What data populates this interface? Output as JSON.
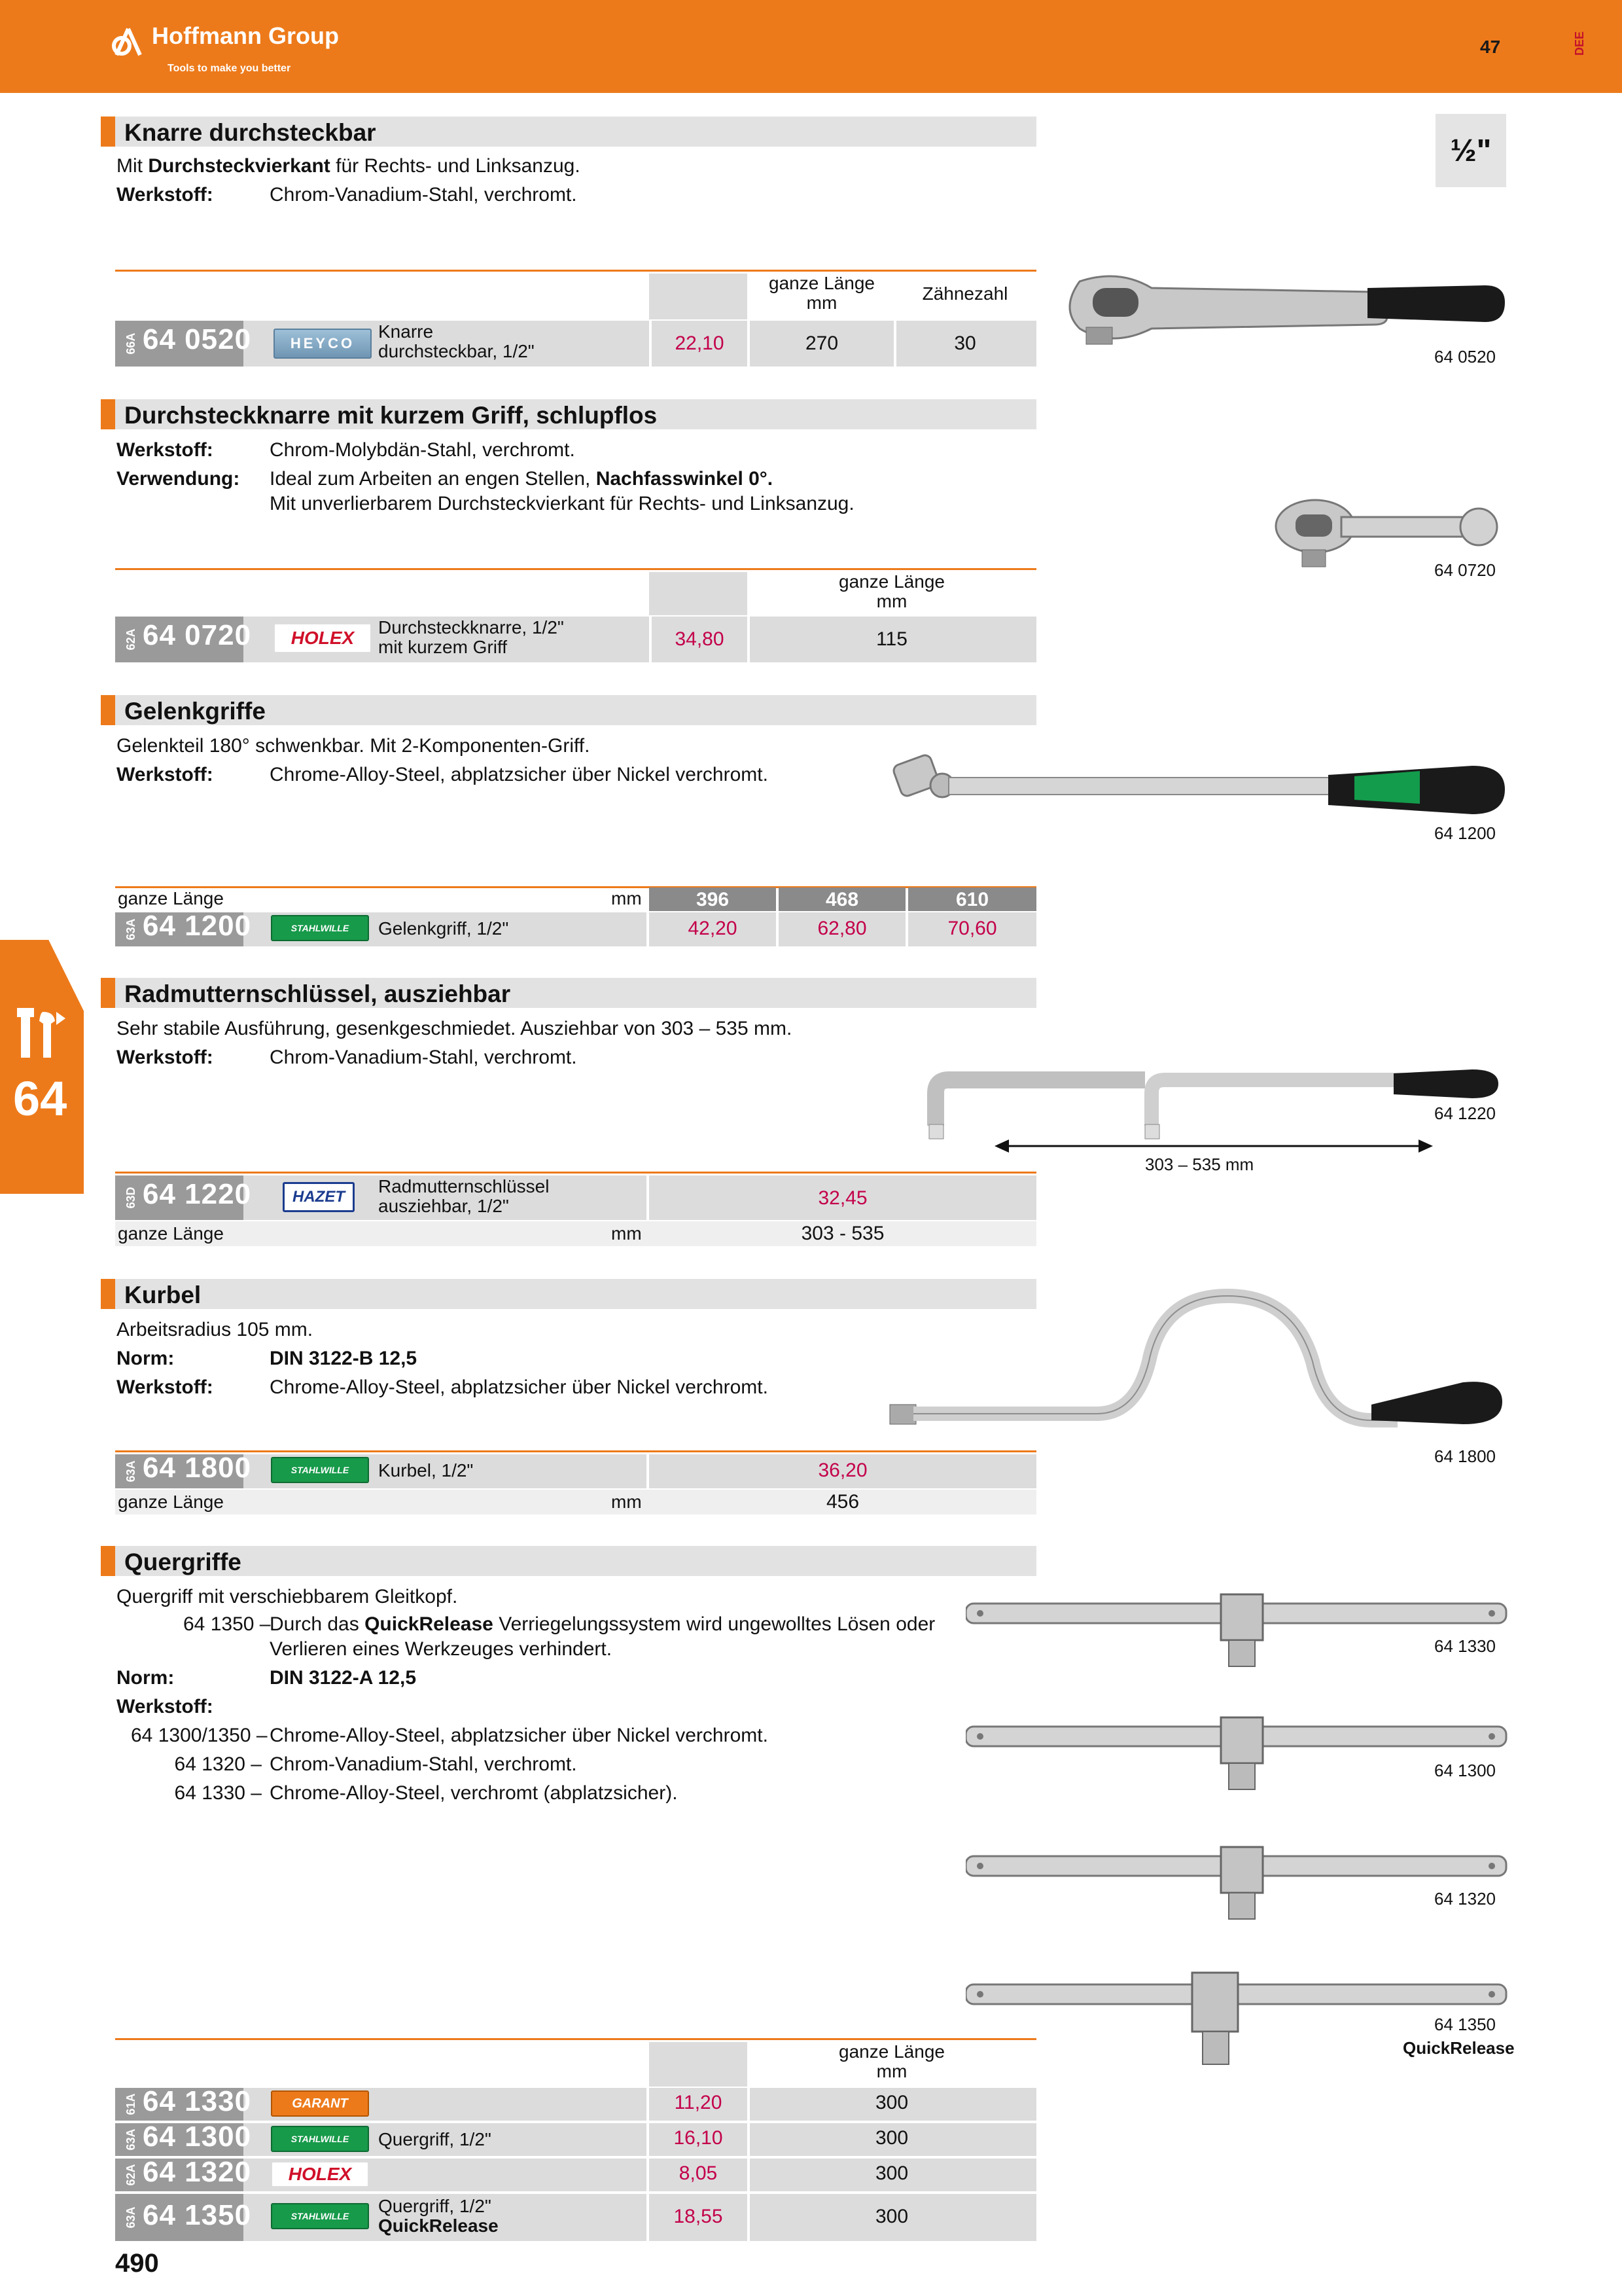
{
  "header": {
    "brand": "Hoffmann Group",
    "tagline": "Tools to make you better",
    "page_number": "47",
    "language": "DEE"
  },
  "size_badge": "½\"",
  "side_tab": {
    "number": "64",
    "icon": "tools-icon"
  },
  "page_number_bottom": "490",
  "sections": {
    "knarre": {
      "title": "Knarre durchsteckbar",
      "line1_pre": "Mit ",
      "line1_bold": "Durchsteckvierkant",
      "line1_post": " für Rechts- und Linksanzug.",
      "werkstoff_label": "Werkstoff:",
      "werkstoff": "Chrom-Vanadium-Stahl, verchromt.",
      "col_length": "ganze Länge",
      "col_length_unit": "mm",
      "col_teeth": "Zähnezahl",
      "row": {
        "cat": "66A",
        "article": "64 0520",
        "brand": "HEYCO",
        "desc1": "Knarre",
        "desc2": "durchsteckbar, 1/2\"",
        "price": "22,10",
        "length": "270",
        "teeth": "30"
      },
      "image_label": "64 0520"
    },
    "durchsteck": {
      "title": "Durchsteckknarre mit kurzem Griff, schlupflos",
      "werkstoff_label": "Werkstoff:",
      "werkstoff": "Chrom-Molybdän-Stahl, verchromt.",
      "verwendung_label": "Verwendung:",
      "verwendung_pre": "Ideal zum Arbeiten an engen Stellen, ",
      "verwendung_bold": "Nachfasswinkel 0°.",
      "verwendung2": "Mit unverlierbarem Durchsteckvierkant für Rechts- und Linksanzug.",
      "col_length": "ganze Länge",
      "col_length_unit": "mm",
      "row": {
        "cat": "62A",
        "article": "64 0720",
        "brand": "HOLEX",
        "desc1": "Durchsteckknarre, 1/2\"",
        "desc2": "mit kurzem Griff",
        "price": "34,80",
        "length": "115"
      },
      "image_label": "64 0720"
    },
    "gelenk": {
      "title": "Gelenkgriffe",
      "line1": "Gelenkteil 180° schwenkbar. Mit 2-Komponenten-Griff.",
      "werkstoff_label": "Werkstoff:",
      "werkstoff": "Chrome-Alloy-Steel, abplatzsicher über Nickel verchromt.",
      "length_label": "ganze Länge",
      "unit": "mm",
      "lengths": [
        "396",
        "468",
        "610"
      ],
      "row": {
        "cat": "63A",
        "article": "64 1200",
        "brand": "STAHLWILLE",
        "desc": "Gelenkgriff, 1/2\"",
        "prices": [
          "42,20",
          "62,80",
          "70,60"
        ]
      },
      "image_label": "64 1200"
    },
    "radmutter": {
      "title": "Radmutternschlüssel, ausziehbar",
      "line1": "Sehr stabile Ausführung, gesenkgeschmiedet. Ausziehbar von 303 – 535 mm.",
      "werkstoff_label": "Werkstoff:",
      "werkstoff": "Chrom-Vanadium-Stahl, verchromt.",
      "row": {
        "cat": "63D",
        "article": "64 1220",
        "brand": "HAZET",
        "desc1": "Radmutternschlüssel",
        "desc2": "ausziehbar, 1/2\"",
        "price": "32,45"
      },
      "length_label": "ganze Länge",
      "unit": "mm",
      "length": "303 - 535",
      "image_label": "64 1220",
      "dimension": "303 – 535 mm"
    },
    "kurbel": {
      "title": "Kurbel",
      "line1": "Arbeitsradius 105 mm.",
      "norm_label": "Norm:",
      "norm": "DIN 3122-B 12,5",
      "werkstoff_label": "Werkstoff:",
      "werkstoff": "Chrome-Alloy-Steel, abplatzsicher über Nickel verchromt.",
      "row": {
        "cat": "63A",
        "article": "64 1800",
        "brand": "STAHLWILLE",
        "desc": "Kurbel, 1/2\"",
        "price": "36,20"
      },
      "length_label": "ganze Länge",
      "unit": "mm",
      "length": "456",
      "image_label": "64 1800"
    },
    "quer": {
      "title": "Quergriffe",
      "line1": "Quergriff mit verschiebbarem Gleitkopf.",
      "note_ref": "64 1350 –",
      "note_pre": "Durch das ",
      "note_bold": "QuickRelease",
      "note_post": " Verriegelungssystem wird ungewolltes Lösen oder",
      "note2": "Verlieren eines Werkzeuges verhindert.",
      "norm_label": "Norm:",
      "norm": "DIN 3122-A 12,5",
      "werkstoff_label": "Werkstoff:",
      "materials": [
        {
          "ref": "64 1300/1350 –",
          "text": "Chrome-Alloy-Steel, abplatzsicher über Nickel verchromt."
        },
        {
          "ref": "64 1320 –",
          "text": "Chrom-Vanadium-Stahl, verchromt."
        },
        {
          "ref": "64 1330 –",
          "text": "Chrome-Alloy-Steel, verchromt (abplatzsicher)."
        }
      ],
      "col_length": "ganze Länge",
      "col_length_unit": "mm",
      "rows": [
        {
          "cat": "61A",
          "article": "64 1330",
          "brand": "GARANT",
          "price": "11,20",
          "length": "300"
        },
        {
          "cat": "63A",
          "article": "64 1300",
          "brand": "STAHLWILLE",
          "price": "16,10",
          "length": "300"
        },
        {
          "cat": "62A",
          "article": "64 1320",
          "brand": "HOLEX",
          "price": "8,05",
          "length": "300"
        },
        {
          "cat": "63A",
          "article": "64 1350",
          "brand": "STAHLWILLE",
          "price": "18,55",
          "length": "300"
        }
      ],
      "desc_shared": "Quergriff, 1/2\"",
      "desc_qr1": "Quergriff, 1/2\"",
      "desc_qr2": "QuickRelease",
      "image_labels": [
        "64 1330",
        "64 1300",
        "64 1320",
        "64 1350"
      ],
      "image_qr_label": "QuickRelease"
    }
  }
}
